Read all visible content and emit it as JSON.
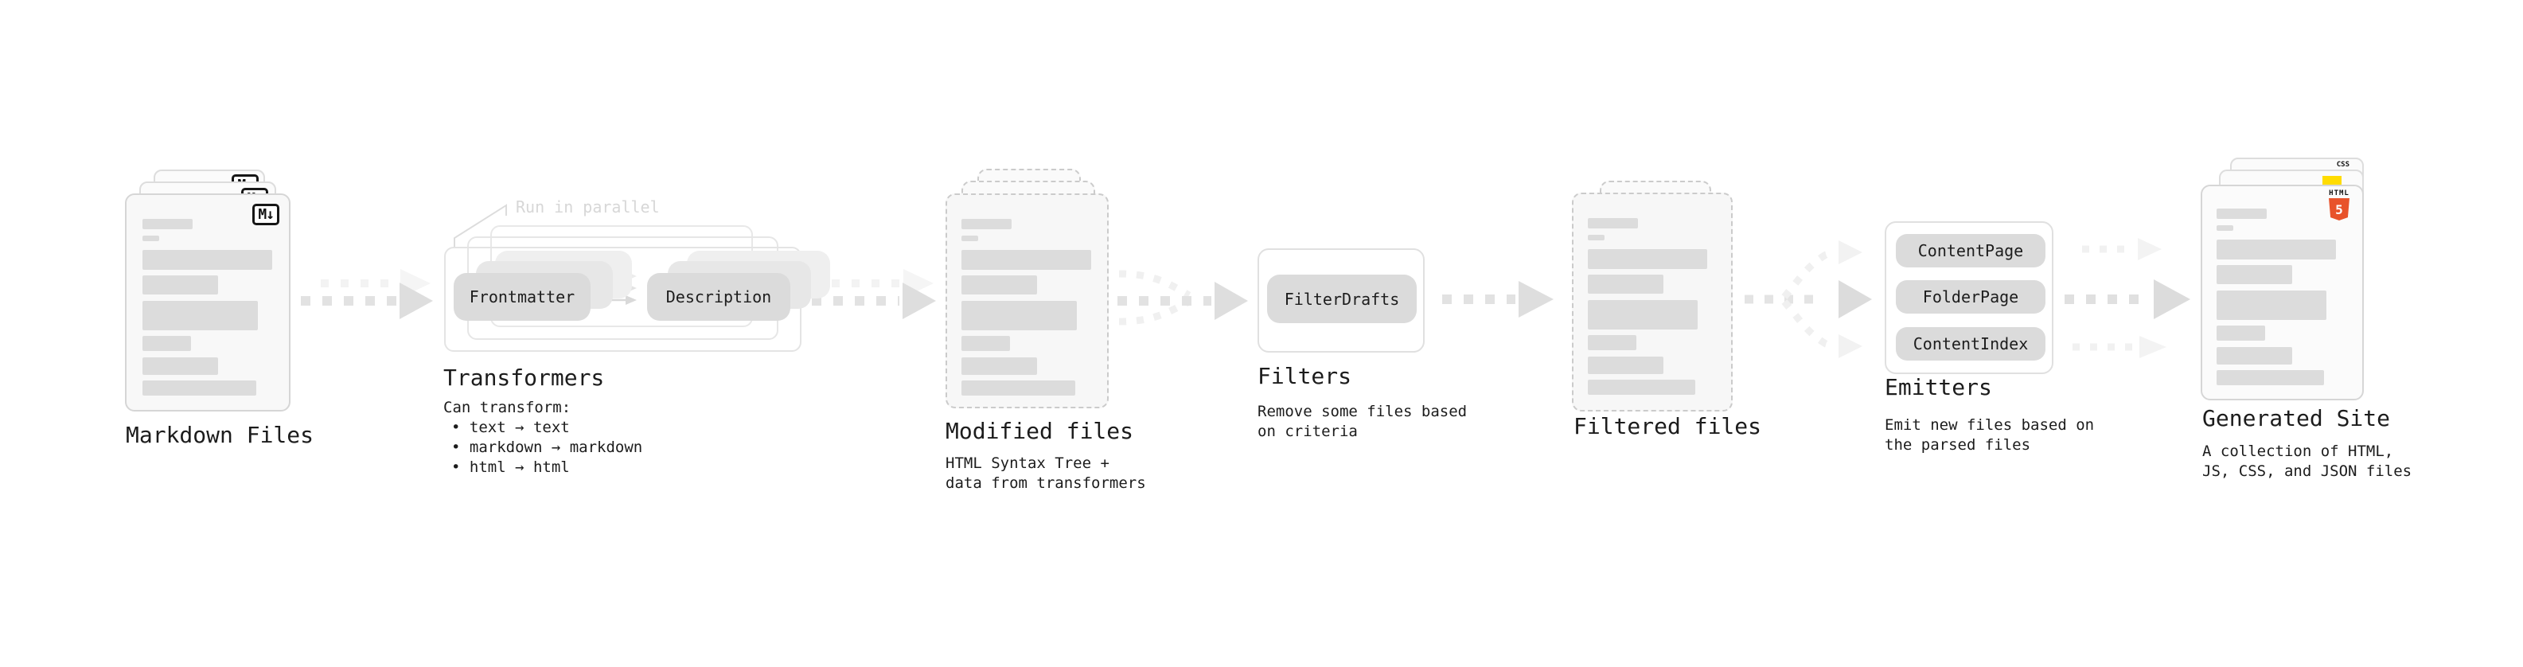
{
  "diagram": {
    "markdown": {
      "title": "Markdown Files",
      "badge": "M↓"
    },
    "transformers": {
      "note": "Run in parallel",
      "pill_left": "Frontmatter",
      "pill_right": "Description",
      "title": "Transformers",
      "intro": "Can transform:",
      "bullets": [
        "• text → text",
        "• markdown → markdown",
        "• html → html"
      ]
    },
    "modified": {
      "title": "Modified files",
      "lines": [
        "HTML Syntax Tree +",
        "data from transformers"
      ]
    },
    "filters": {
      "pill": "FilterDrafts",
      "title": "Filters",
      "lines": [
        "Remove some files based",
        "on criteria"
      ]
    },
    "filtered": {
      "title": "Filtered files"
    },
    "emitters": {
      "pills": [
        "ContentPage",
        "FolderPage",
        "ContentIndex"
      ],
      "title": "Emitters",
      "lines": [
        "Emit new files based on",
        "the parsed files"
      ]
    },
    "generated": {
      "title": "Generated Site",
      "lines": [
        "A collection of HTML,",
        "JS, CSS, and JSON files"
      ],
      "badge_css": "CSS",
      "badge_html_word": "HTML",
      "badge_html_five": "5"
    },
    "colors": {
      "html5_orange": "#e8532b",
      "js_yellow": "#ffdc00",
      "css_blue": "#2f6fe4",
      "placeholder_bar": "#dcdcdc",
      "pill_gray": "#dbdbdb",
      "arrow_gray": "#e2e2e2",
      "text_dark": "#1c1c1c",
      "faint_note": "#d7d7d7"
    }
  }
}
